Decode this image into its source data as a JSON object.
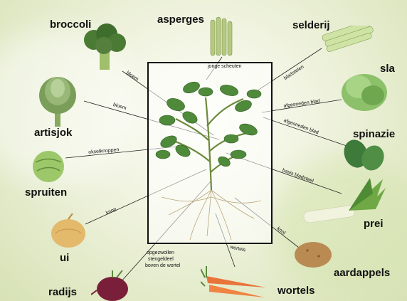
{
  "vegetables": {
    "broccoli": "broccoli",
    "asperges": "asperges",
    "selderij": "selderij",
    "sla": "sla",
    "artisjok": "artisjok",
    "spinazie": "spinazie",
    "spruiten": "spruiten",
    "prei": "prei",
    "ui": "ui",
    "aardappels": "aardappels",
    "radijs": "radijs",
    "wortels": "wortels"
  },
  "parts": {
    "jonge_scheuten": "jonge scheuten",
    "bloem_1": "bloem",
    "bloem_2": "bloem",
    "bladstelen": "bladstelen",
    "afgesneden_blad_1": "afgesneden blad",
    "afgesneden_blad_2": "afgesneden blad",
    "okselknoppen": "okselknoppen",
    "basis_bladsteel": "basis bladsteel",
    "knop": "knop",
    "knol": "knol",
    "wortels": "wortels",
    "stengeldeel_line1": "opgezwollen",
    "stengeldeel_line2": "stengeldeel",
    "stengeldeel_line3": "boven de wortel"
  },
  "colors": {
    "leaf": "#4f8a3a",
    "leaf_dark": "#2f5e25",
    "line": "#222222"
  }
}
